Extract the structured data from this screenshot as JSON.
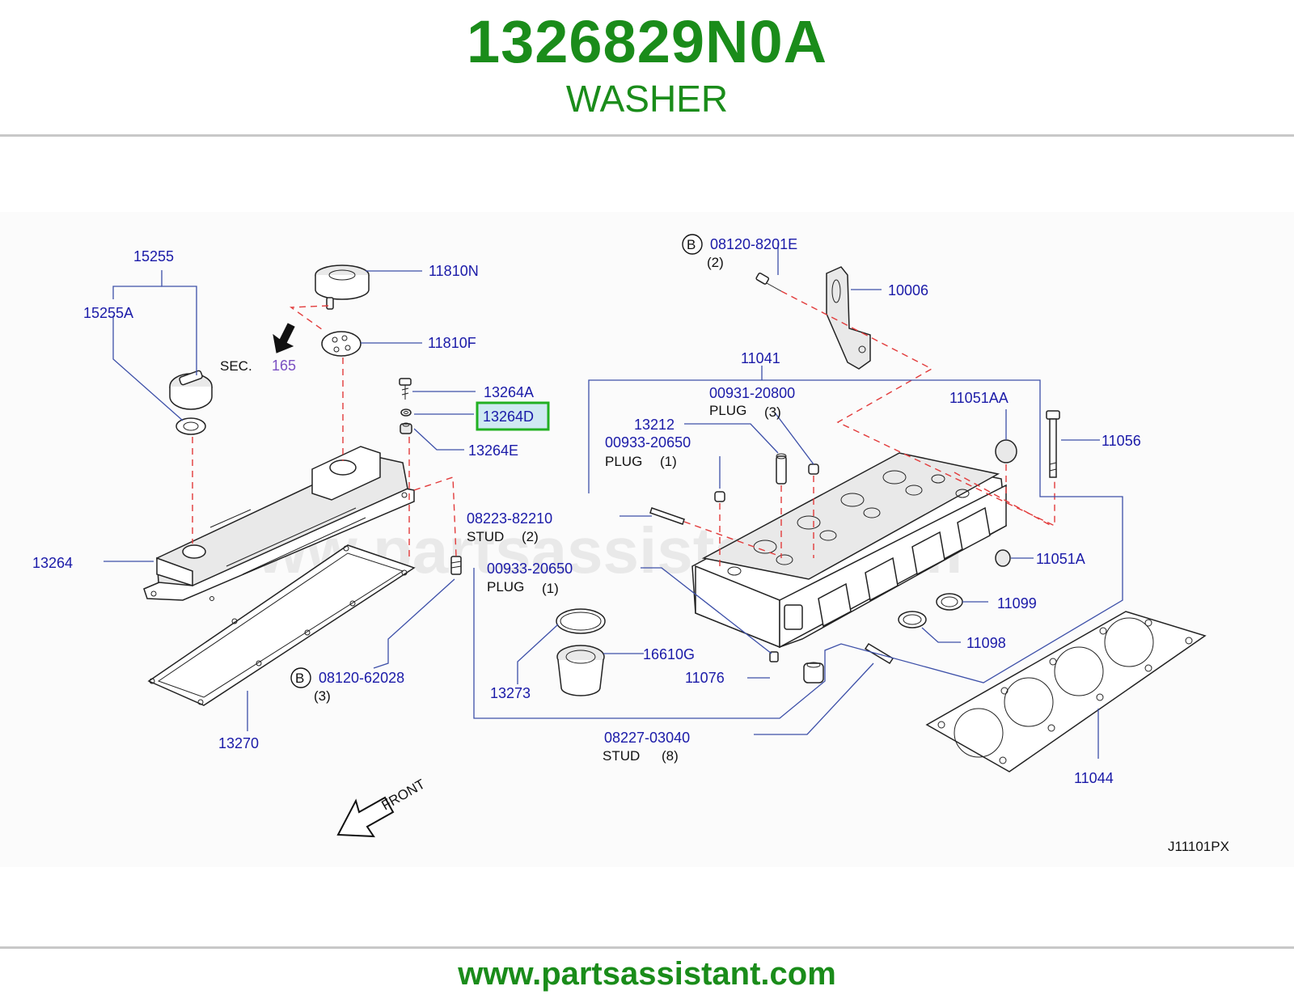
{
  "header": {
    "part_number": "1326829N0A",
    "part_name": "WASHER"
  },
  "diagram": {
    "watermark": "www.partsassistant.com",
    "drawing_code": "J11101PX",
    "front_label": "FRONT",
    "sec_label": "SEC.",
    "sec_number": "165",
    "badge_letter": "B",
    "highlighted_part": "13264D",
    "parts": {
      "p15255": "15255",
      "p15255A": "15255A",
      "p11810N": "11810N",
      "p11810F": "11810F",
      "p13264A": "13264A",
      "p13264D": "13264D",
      "p13264E": "13264E",
      "p13264": "13264",
      "p08223": "08223-82210",
      "p08223_desc": "STUD",
      "p08223_qty": "(2)",
      "p00933b": "00933-20650",
      "p00933b_desc": "PLUG",
      "p00933b_qty": "(1)",
      "p08120_62028": "08120-62028",
      "p08120_62028_qty": "(3)",
      "p13270": "13270",
      "p13273": "13273",
      "p16610G": "16610G",
      "p08120_8201E": "08120-8201E",
      "p08120_8201E_qty": "(2)",
      "p10006": "10006",
      "p11041": "11041",
      "p00931": "00931-20800",
      "p00931_desc": "PLUG",
      "p00931_qty": "(3)",
      "p13212": "13212",
      "p00933a": "00933-20650",
      "p00933a_desc": "PLUG",
      "p00933a_qty": "(1)",
      "p11051AA": "11051AA",
      "p11056": "11056",
      "p11051A": "11051A",
      "p11099": "11099",
      "p11098": "11098",
      "p11076": "11076",
      "p08227": "08227-03040",
      "p08227_desc": "STUD",
      "p08227_qty": "(8)",
      "p11044": "11044"
    }
  },
  "footer": {
    "url": "www.partsassistant.com"
  },
  "colors": {
    "brand_green": "#1a8c1a",
    "label_blue": "#1a1aa8",
    "leader_dash_red": "#e23b3b",
    "highlight_border": "#22b022",
    "highlight_fill": "#cfe9f2"
  }
}
